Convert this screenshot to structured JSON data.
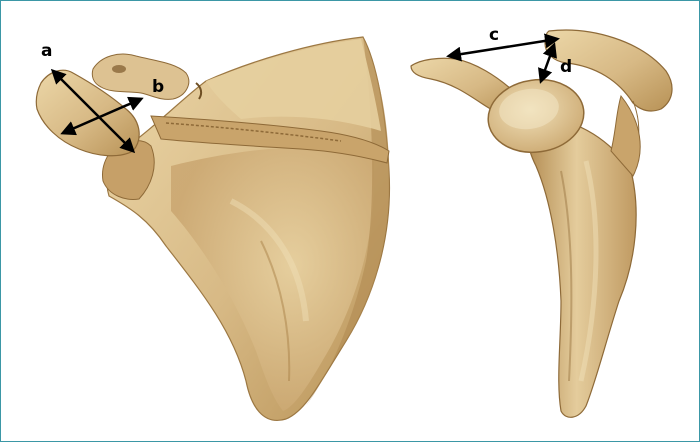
{
  "figure": {
    "labels": {
      "a": "a",
      "b": "b",
      "c": "c",
      "d": "d"
    },
    "colors": {
      "frame": "#3b97a6",
      "bone": "#d9bf8c",
      "bone_shadow": "#b38d54",
      "bone_highlight": "#eedcb2",
      "arrow": "#000000"
    },
    "views": [
      "scapula-posterior-view",
      "scapula-lateral-view"
    ]
  }
}
